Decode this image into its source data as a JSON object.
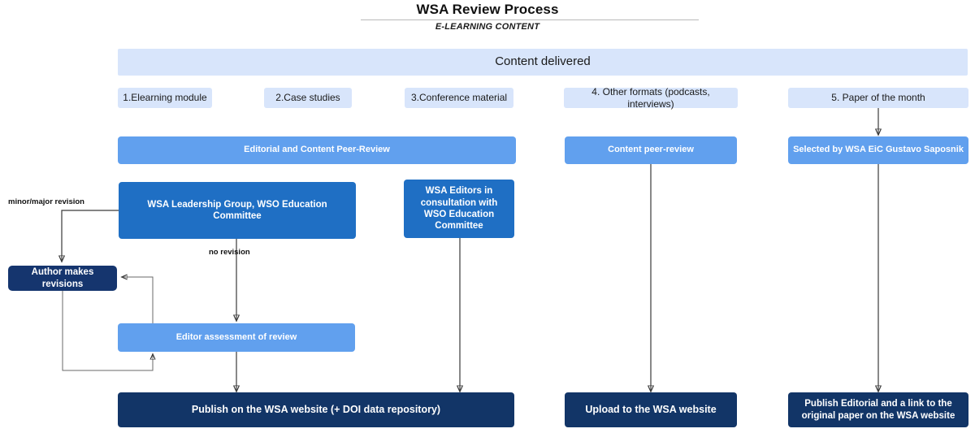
{
  "header": {
    "title": "WSA Review Process",
    "subtitle": "E-LEARNING CONTENT"
  },
  "banner": {
    "label": "Content delivered"
  },
  "content_types": [
    {
      "label": "1.Elearning module"
    },
    {
      "label": "2.Case studies"
    },
    {
      "label": "3.Conference material"
    },
    {
      "label": "4. Other formats (podcasts, interviews)"
    },
    {
      "label": "5. Paper of the month"
    }
  ],
  "review_stage": [
    {
      "label": "Editorial and Content Peer-Review"
    },
    {
      "label": "Content peer-review"
    },
    {
      "label": "Selected by WSA EiC Gustavo Saposnik"
    }
  ],
  "reviewers": [
    {
      "label": "WSA Leadership Group, WSO Education Committee"
    },
    {
      "label": "WSA Editors in consultation with WSO Education Committee"
    }
  ],
  "revision": {
    "author_box": "Author makes revisions",
    "minor_major_label": "minor/major revision",
    "no_revision_label": "no revision",
    "editor_assessment": "Editor assessment of review"
  },
  "outcomes": [
    {
      "label": "Publish on the WSA website (+ DOI data repository)"
    },
    {
      "label": "Upload to the WSA website"
    },
    {
      "label": "Publish Editorial and a link to the original paper on the WSA website"
    }
  ],
  "colors": {
    "pale_blue": "#d8e5fb",
    "mid_blue": "#61a0ee",
    "strong_blue": "#1f6fc4",
    "dark_navy": "#15356e",
    "outcome_navy": "#123567",
    "connector": "#3a3a3a"
  }
}
